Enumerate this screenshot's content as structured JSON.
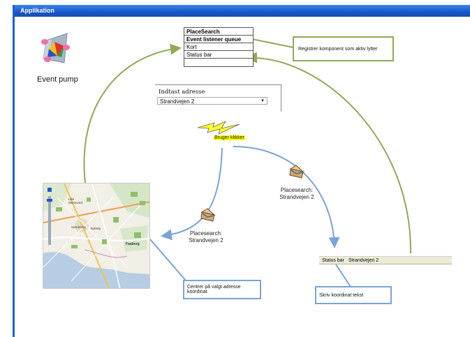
{
  "window": {
    "title": "Applikation"
  },
  "event_pump": {
    "label": "Event pump",
    "icon": "event-pump-icon"
  },
  "listener_queue": {
    "rows": [
      "PlaceSearch",
      "Event listener queue",
      "Kort",
      "Status bar",
      ""
    ]
  },
  "callouts": {
    "register": "Registrer komponent som aktiv lytter",
    "center": "Centrer på valgt adresse koordinat",
    "write": "Skriv koordinat tekst"
  },
  "address_box": {
    "title": "Indtast adresse",
    "value": "Strandvejen 2"
  },
  "click_event": {
    "label": "Bruger klikker",
    "icon": "lightning-icon"
  },
  "messages": {
    "to_map": [
      "Placesearch:",
      "Strandvejen 2"
    ],
    "to_status": [
      "Placesearch:",
      "Strandvejen 2"
    ],
    "icon": "envelope-icon"
  },
  "status_bar": {
    "label": "Status bar",
    "value": "Strandvejen 2"
  },
  "map_labels": {
    "lille_skensved": [
      "Lille",
      "Skensved"
    ],
    "sonderby": "Søndrevej",
    "naesby": "Næsby",
    "faaborg": "Faaborg"
  },
  "colors": {
    "green": "#8eaa55",
    "blue": "#7aa3d8",
    "titlebar": "#1d5fd6"
  }
}
